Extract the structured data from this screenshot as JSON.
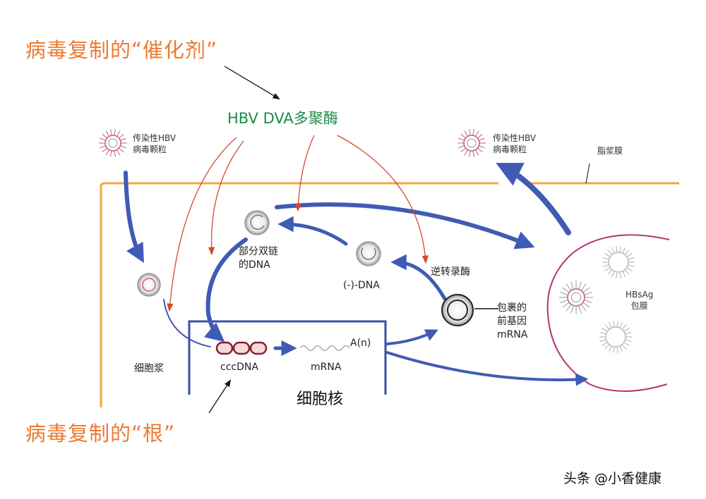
{
  "labels": {
    "catalyst": "病毒复制的“催化剂”",
    "root": "病毒复制的“根”",
    "polymerase": "HBV DVA多聚酶",
    "particle_in": [
      "传染性HBV",
      "病毒颗粒"
    ],
    "particle_out": [
      "传染性HBV",
      "病毒颗粒"
    ],
    "membrane": "脂浆膜",
    "partial_dsdna": [
      "部分双链",
      "的DNA"
    ],
    "minus_dna": "(-)-DNA",
    "reverse_transcriptase": "逆转录酶",
    "pregenomic_rna": [
      "包裹的",
      "前基因",
      "mRNA"
    ],
    "hbsag": [
      "HBsAg",
      "包膜"
    ],
    "cytoplasm": "细胞浆",
    "cccdna": "cccDNA",
    "mrna": "mRNA",
    "poly_a": "A(n)",
    "nucleus": "细胞核",
    "watermark": "头条 @小香健康"
  },
  "colors": {
    "orange": "#ec7a33",
    "green": "#1f8a4a",
    "blue_arrow": "#3f5bb5",
    "red_arrow": "#d24a2f",
    "nucleus_border": "#3c4fa3",
    "cccdna": "#8a1f2c",
    "vesicle": "#b8327a"
  }
}
